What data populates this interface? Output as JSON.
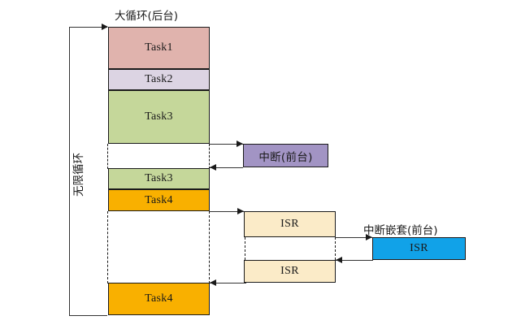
{
  "diagram": {
    "title": "大循环(后台)",
    "loop_label": "无限循环",
    "interrupt_label": "中断(前台)",
    "nested_interrupt_label": "中断嵌套(前台)",
    "colors": {
      "task1": "#e0b3ad",
      "task2": "#dcd4e3",
      "task3": "#c5d79a",
      "task4": "#f9b000",
      "interrupt": "#a294c4",
      "isr": "#fbebc8",
      "isr_nested": "#11a2e8",
      "stroke": "#1a1a1a"
    },
    "background_blocks": [
      {
        "name": "task1",
        "label": "Task1"
      },
      {
        "name": "task2",
        "label": "Task2"
      },
      {
        "name": "task3-first",
        "label": "Task3"
      },
      {
        "name": "task3-second",
        "label": "Task3"
      },
      {
        "name": "task4-first",
        "label": "Task4"
      },
      {
        "name": "task4-last",
        "label": "Task4"
      }
    ],
    "foreground_blocks": [
      {
        "name": "interrupt",
        "label": "中断(前台)"
      },
      {
        "name": "isr-first",
        "label": "ISR"
      },
      {
        "name": "isr-second",
        "label": "ISR"
      },
      {
        "name": "isr-nested",
        "label": "ISR"
      }
    ]
  }
}
